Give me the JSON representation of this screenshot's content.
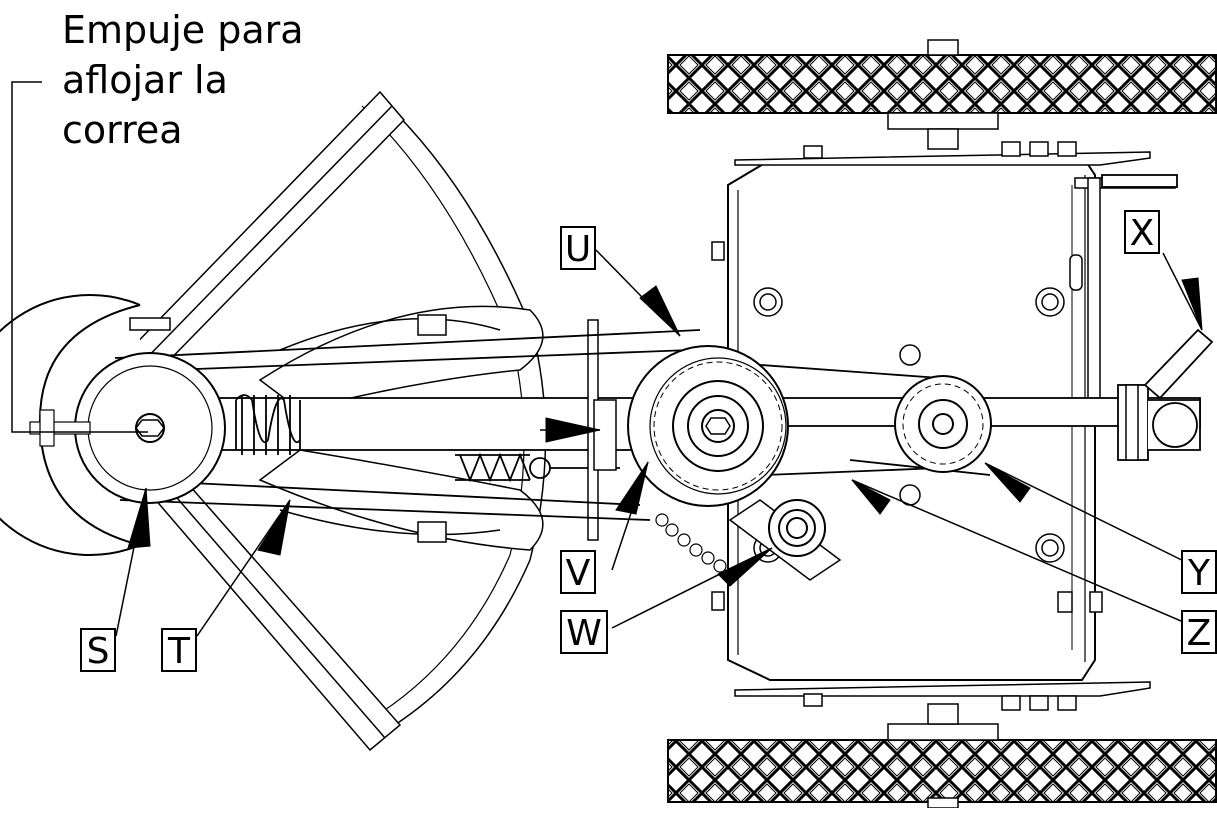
{
  "note": {
    "lines": [
      "Empuje para",
      "aflojar la",
      "correa"
    ]
  },
  "callouts": {
    "S": "S",
    "T": "T",
    "U": "U",
    "V": "V",
    "W": "W",
    "X": "X",
    "Y": "Y",
    "Z": "Z"
  }
}
